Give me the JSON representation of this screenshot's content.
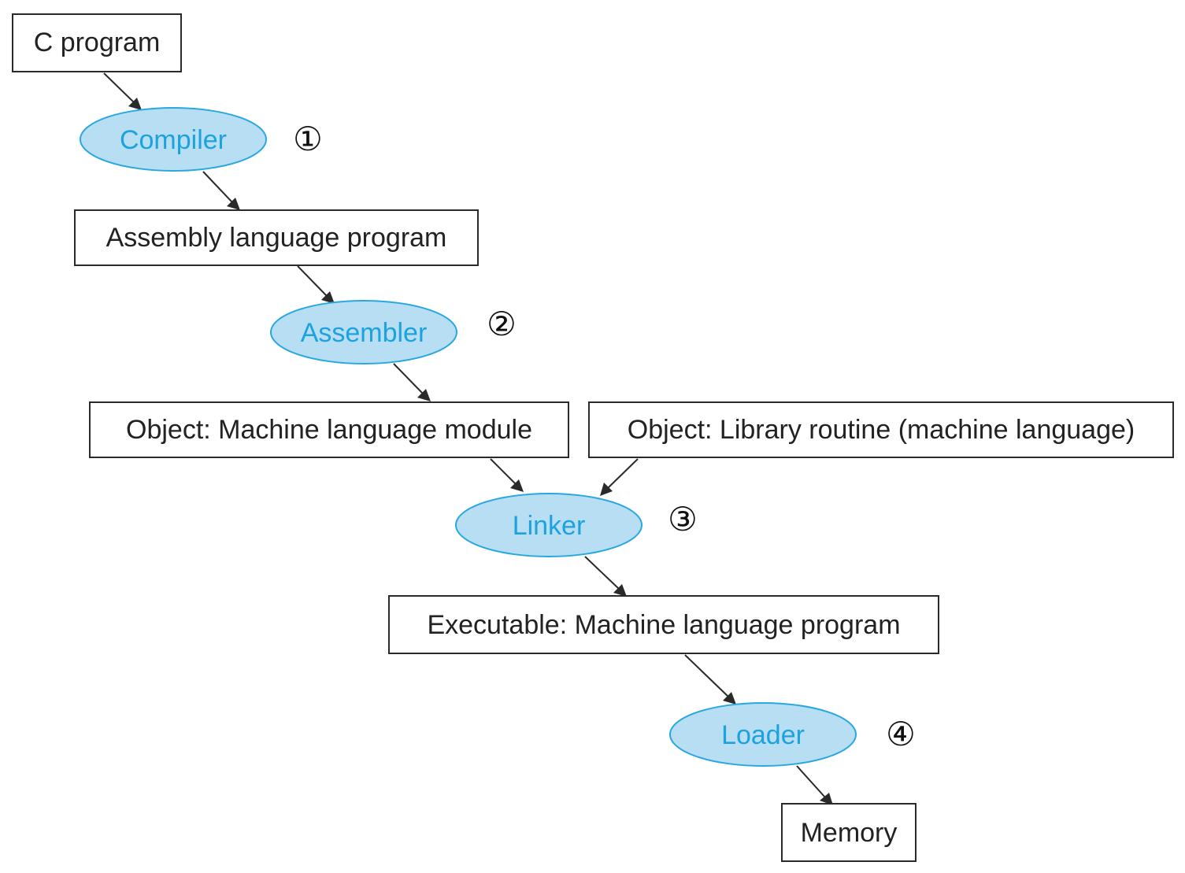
{
  "nodes": {
    "c_program": "C program",
    "compiler": "Compiler",
    "assembly_program": "Assembly language program",
    "assembler": "Assembler",
    "object_module": "Object: Machine language module",
    "library_routine": "Object: Library routine (machine language)",
    "linker": "Linker",
    "executable": "Executable: Machine language program",
    "loader": "Loader",
    "memory": "Memory"
  },
  "steps": {
    "compiler": "①",
    "assembler": "②",
    "linker": "③",
    "loader": "④"
  },
  "colors": {
    "tool_fill": "#b7def3",
    "tool_stroke": "#29a8e0",
    "tool_text": "#1ca3de",
    "box_stroke": "#2a2a2a",
    "text": "#222222"
  }
}
